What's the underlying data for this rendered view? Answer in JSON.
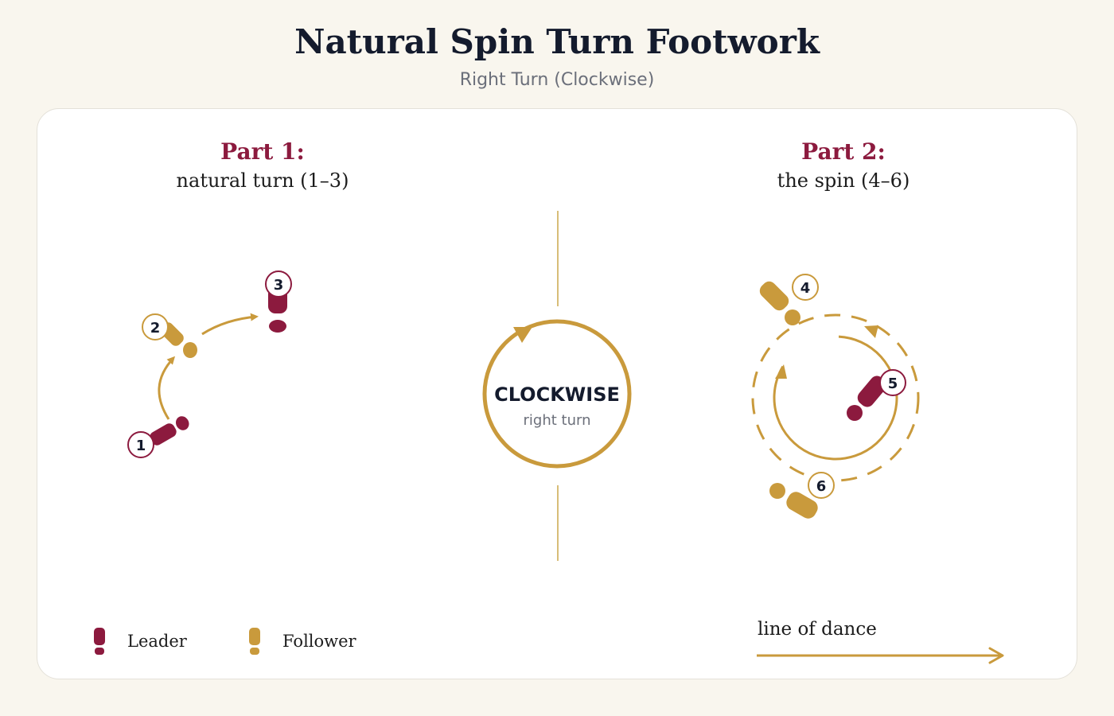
{
  "header": {
    "title": "Natural Spin Turn Footwork",
    "subtitle": "Right Turn (Clockwise)"
  },
  "part1": {
    "heading": "Part 1:",
    "caption": "natural turn (1–3)"
  },
  "part2": {
    "heading": "Part 2:",
    "caption": "the spin (4–6)"
  },
  "center": {
    "label": "CLOCKWISE",
    "sublabel": "right turn"
  },
  "steps": [
    {
      "n": "1",
      "role": "leader"
    },
    {
      "n": "2",
      "role": "follower"
    },
    {
      "n": "3",
      "role": "leader"
    },
    {
      "n": "4",
      "role": "follower"
    },
    {
      "n": "5",
      "role": "leader"
    },
    {
      "n": "6",
      "role": "follower"
    }
  ],
  "legend": {
    "leader": "Leader",
    "follower": "Follower"
  },
  "direction": {
    "label": "line of dance"
  },
  "colors": {
    "leader": "#8c1a3e",
    "follower": "#c99a3c",
    "accent": "#c99a3c",
    "title": "#141b2d",
    "subtitle": "#6b6f7a",
    "background": "#f9f6ee"
  }
}
